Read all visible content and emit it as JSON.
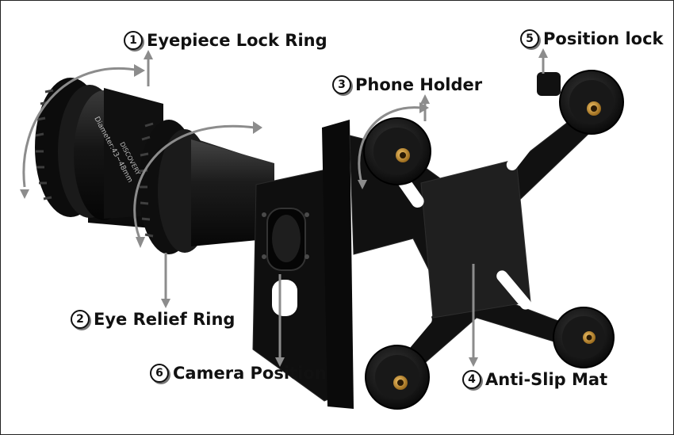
{
  "callouts": [
    {
      "num": "1",
      "label": "Eyepiece Lock Ring"
    },
    {
      "num": "2",
      "label": "Eye Relief Ring"
    },
    {
      "num": "3",
      "label": "Phone Holder"
    },
    {
      "num": "4",
      "label": "Anti-Slip Mat"
    },
    {
      "num": "5",
      "label": "Position lock"
    },
    {
      "num": "6",
      "label": "Camera Position"
    }
  ],
  "product_text": {
    "diameter": "Diameter:43~48mm",
    "brand": "DISCOVERY"
  }
}
